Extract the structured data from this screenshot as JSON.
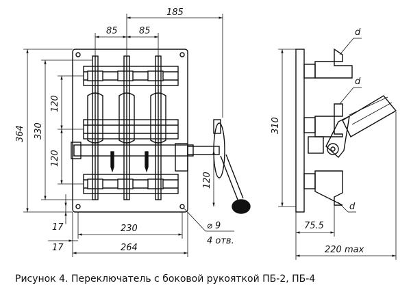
{
  "caption": "Рисунок 4. Переключатель с боковой рукояткой ПБ-2, ПБ-4",
  "front_view": {
    "dims": {
      "overall_width": "185",
      "pitch_left": "85",
      "pitch_right": "85",
      "height_total": "364",
      "height_inner": "330",
      "spacing_upper": "120",
      "spacing_lower": "120",
      "handle_height": "120",
      "bottom_offset": "17",
      "left_offset": "17",
      "hole_spacing": "230",
      "base_width": "264"
    },
    "holes_note": {
      "diameter": "⌀ 9",
      "count": "4 отв."
    }
  },
  "side_view": {
    "dims": {
      "height": "310",
      "depth": "75.5",
      "max_depth": "220 max"
    },
    "labels": {
      "d1": "d",
      "d2": "d",
      "d3": "d"
    }
  }
}
